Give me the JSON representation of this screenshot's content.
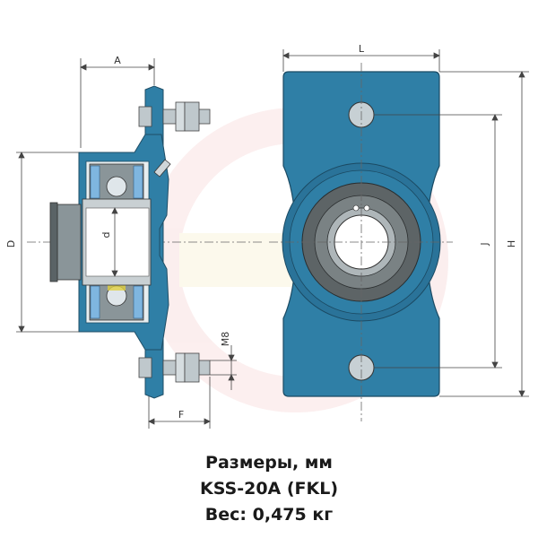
{
  "dimensions": {
    "A": "A",
    "L": "L",
    "D": "D",
    "d": "d",
    "J": "J",
    "H": "H",
    "M8": "M8",
    "F": "F"
  },
  "caption": {
    "line1": "Размеры, мм",
    "line2": "KSS-20A (FKL)",
    "line3": "Вес: 0,475 кг"
  },
  "colors": {
    "housing": "#2f7fa6",
    "housing_dark": "#1f5f80",
    "bearing_gray": "#6f7577",
    "bore": "#ffffff",
    "bolt": "#bfc8cc",
    "dim_line": "#444444",
    "ball_blue": "#7fb6e0"
  }
}
